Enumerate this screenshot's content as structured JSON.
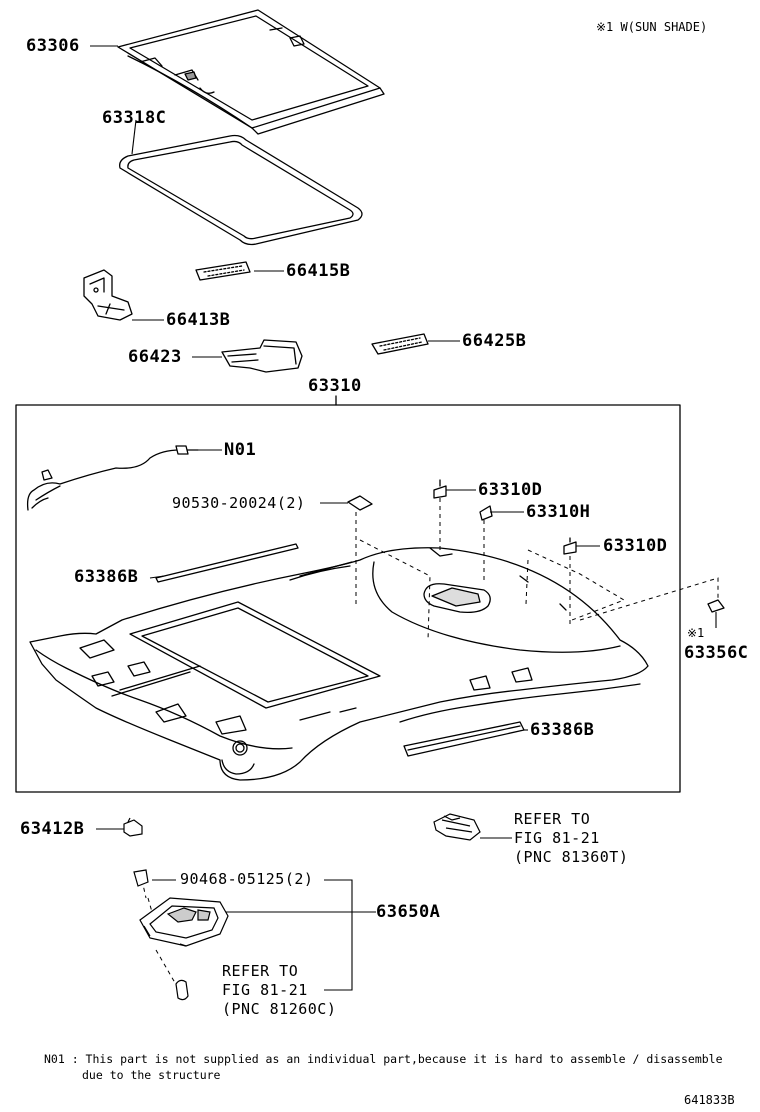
{
  "header_note": "※1 W(SUN SHADE)",
  "labels": {
    "p63306": "63306",
    "p63318C": "63318C",
    "p66415B": "66415B",
    "p66413B": "66413B",
    "p66423": "66423",
    "p66425B": "66425B",
    "p63310": "63310",
    "pN01": "N01",
    "p90530": "90530-20024(2)",
    "p63310D_a": "63310D",
    "p63310H": "63310H",
    "p63310D_b": "63310D",
    "p63386B_a": "63386B",
    "p63356C_mark": "※1",
    "p63356C": "63356C",
    "p63386B_b": "63386B",
    "p63412B": "63412B",
    "p90468": "90468-05125(2)",
    "p63650A": "63650A"
  },
  "refer_right": {
    "line1": "REFER TO",
    "line2": "FIG 81-21",
    "line3": "(PNC 81360T)"
  },
  "refer_left": {
    "line1": "REFER TO",
    "line2": "FIG 81-21",
    "line3": "(PNC 81260C)"
  },
  "footnote": {
    "line1": "N01 : This part is not supplied as an individual part,because it is hard to assemble / disassemble",
    "line2": "due to the structure"
  },
  "figure_code": "641833B"
}
